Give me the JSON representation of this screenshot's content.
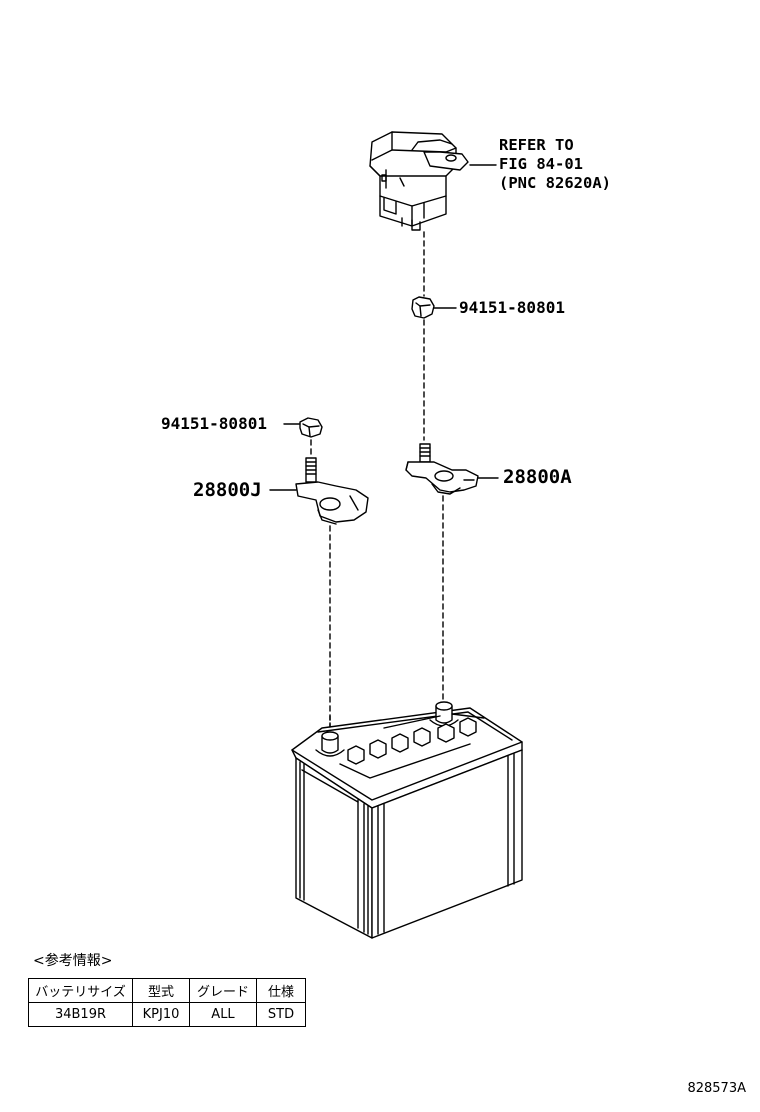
{
  "reference_note": {
    "line1": "REFER TO",
    "line2": "FIG 84-01",
    "line3": "(PNC 82620A)"
  },
  "callouts": {
    "nut_upper": "94151-80801",
    "nut_left": "94151-80801",
    "terminal_negative": "28800J",
    "terminal_positive": "28800A"
  },
  "info_table": {
    "title": "<参考情報>",
    "headers": [
      "バッテリサイズ",
      "型式",
      "グレード",
      "仕様"
    ],
    "row": [
      "34B19R",
      "KPJ10",
      "ALL",
      "STD"
    ]
  },
  "illustration_number": "828573A"
}
